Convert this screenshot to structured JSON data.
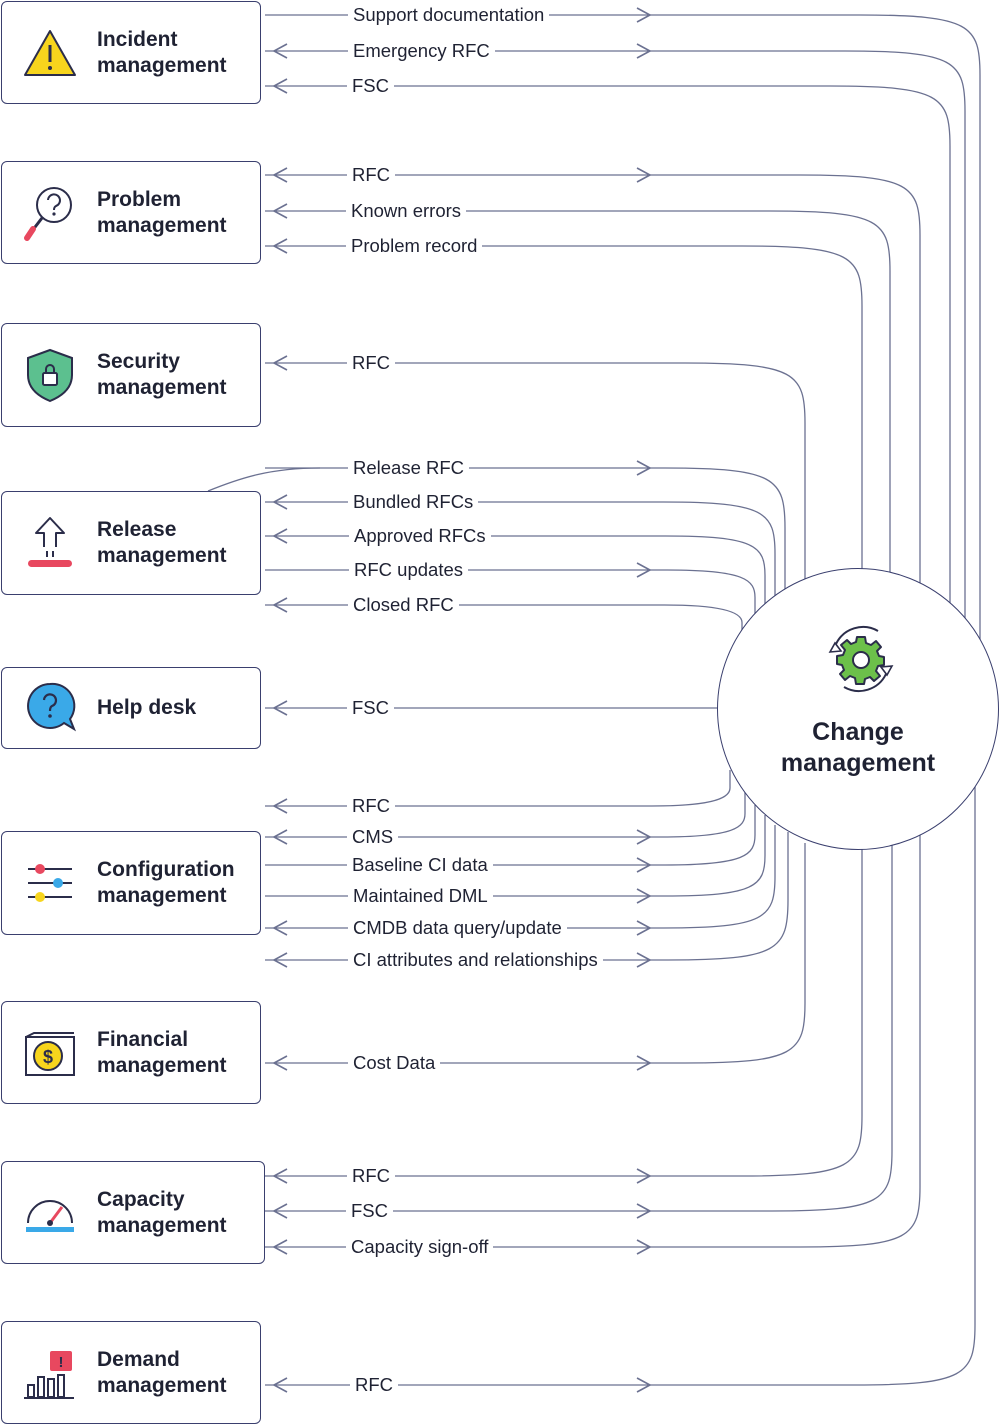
{
  "hub": {
    "title": "Change\nmanagement",
    "icon": "gear-cycle-icon"
  },
  "processes": [
    {
      "id": "incident",
      "title": "Incident\nmanagement",
      "icon": "warning-icon",
      "flows": [
        "Support documentation",
        "Emergency RFC",
        "FSC"
      ]
    },
    {
      "id": "problem",
      "title": "Problem\nmanagement",
      "icon": "magnifier-question-icon",
      "flows": [
        "RFC",
        "Known errors",
        "Problem record"
      ]
    },
    {
      "id": "security",
      "title": "Security\nmanagement",
      "icon": "shield-lock-icon",
      "flows": [
        "RFC"
      ]
    },
    {
      "id": "release",
      "title": "Release\nmanagement",
      "icon": "upload-arrow-icon",
      "flows": [
        "Release RFC",
        "Bundled RFCs",
        "Approved RFCs",
        "RFC updates",
        "Closed RFC"
      ]
    },
    {
      "id": "helpdesk",
      "title": "Help desk",
      "icon": "help-bubble-icon",
      "flows": [
        "FSC"
      ]
    },
    {
      "id": "configuration",
      "title": "Configuration\nmanagement",
      "icon": "sliders-icon",
      "flows": [
        "RFC",
        "CMS",
        "Baseline CI data",
        "Maintained DML",
        "CMDB data query/update",
        "CI attributes and relationships"
      ]
    },
    {
      "id": "financial",
      "title": "Financial\nmanagement",
      "icon": "dollar-coin-icon",
      "flows": [
        "Cost Data"
      ]
    },
    {
      "id": "capacity",
      "title": "Capacity\nmanagement",
      "icon": "gauge-icon",
      "flows": [
        "RFC",
        "FSC",
        "Capacity sign-off"
      ]
    },
    {
      "id": "demand",
      "title": "Demand\nmanagement",
      "icon": "alert-bar-chart-icon",
      "flows": [
        "RFC"
      ]
    }
  ],
  "colors": {
    "line": "#6b7191",
    "border": "#3a3f6e",
    "text": "#1f2233"
  }
}
